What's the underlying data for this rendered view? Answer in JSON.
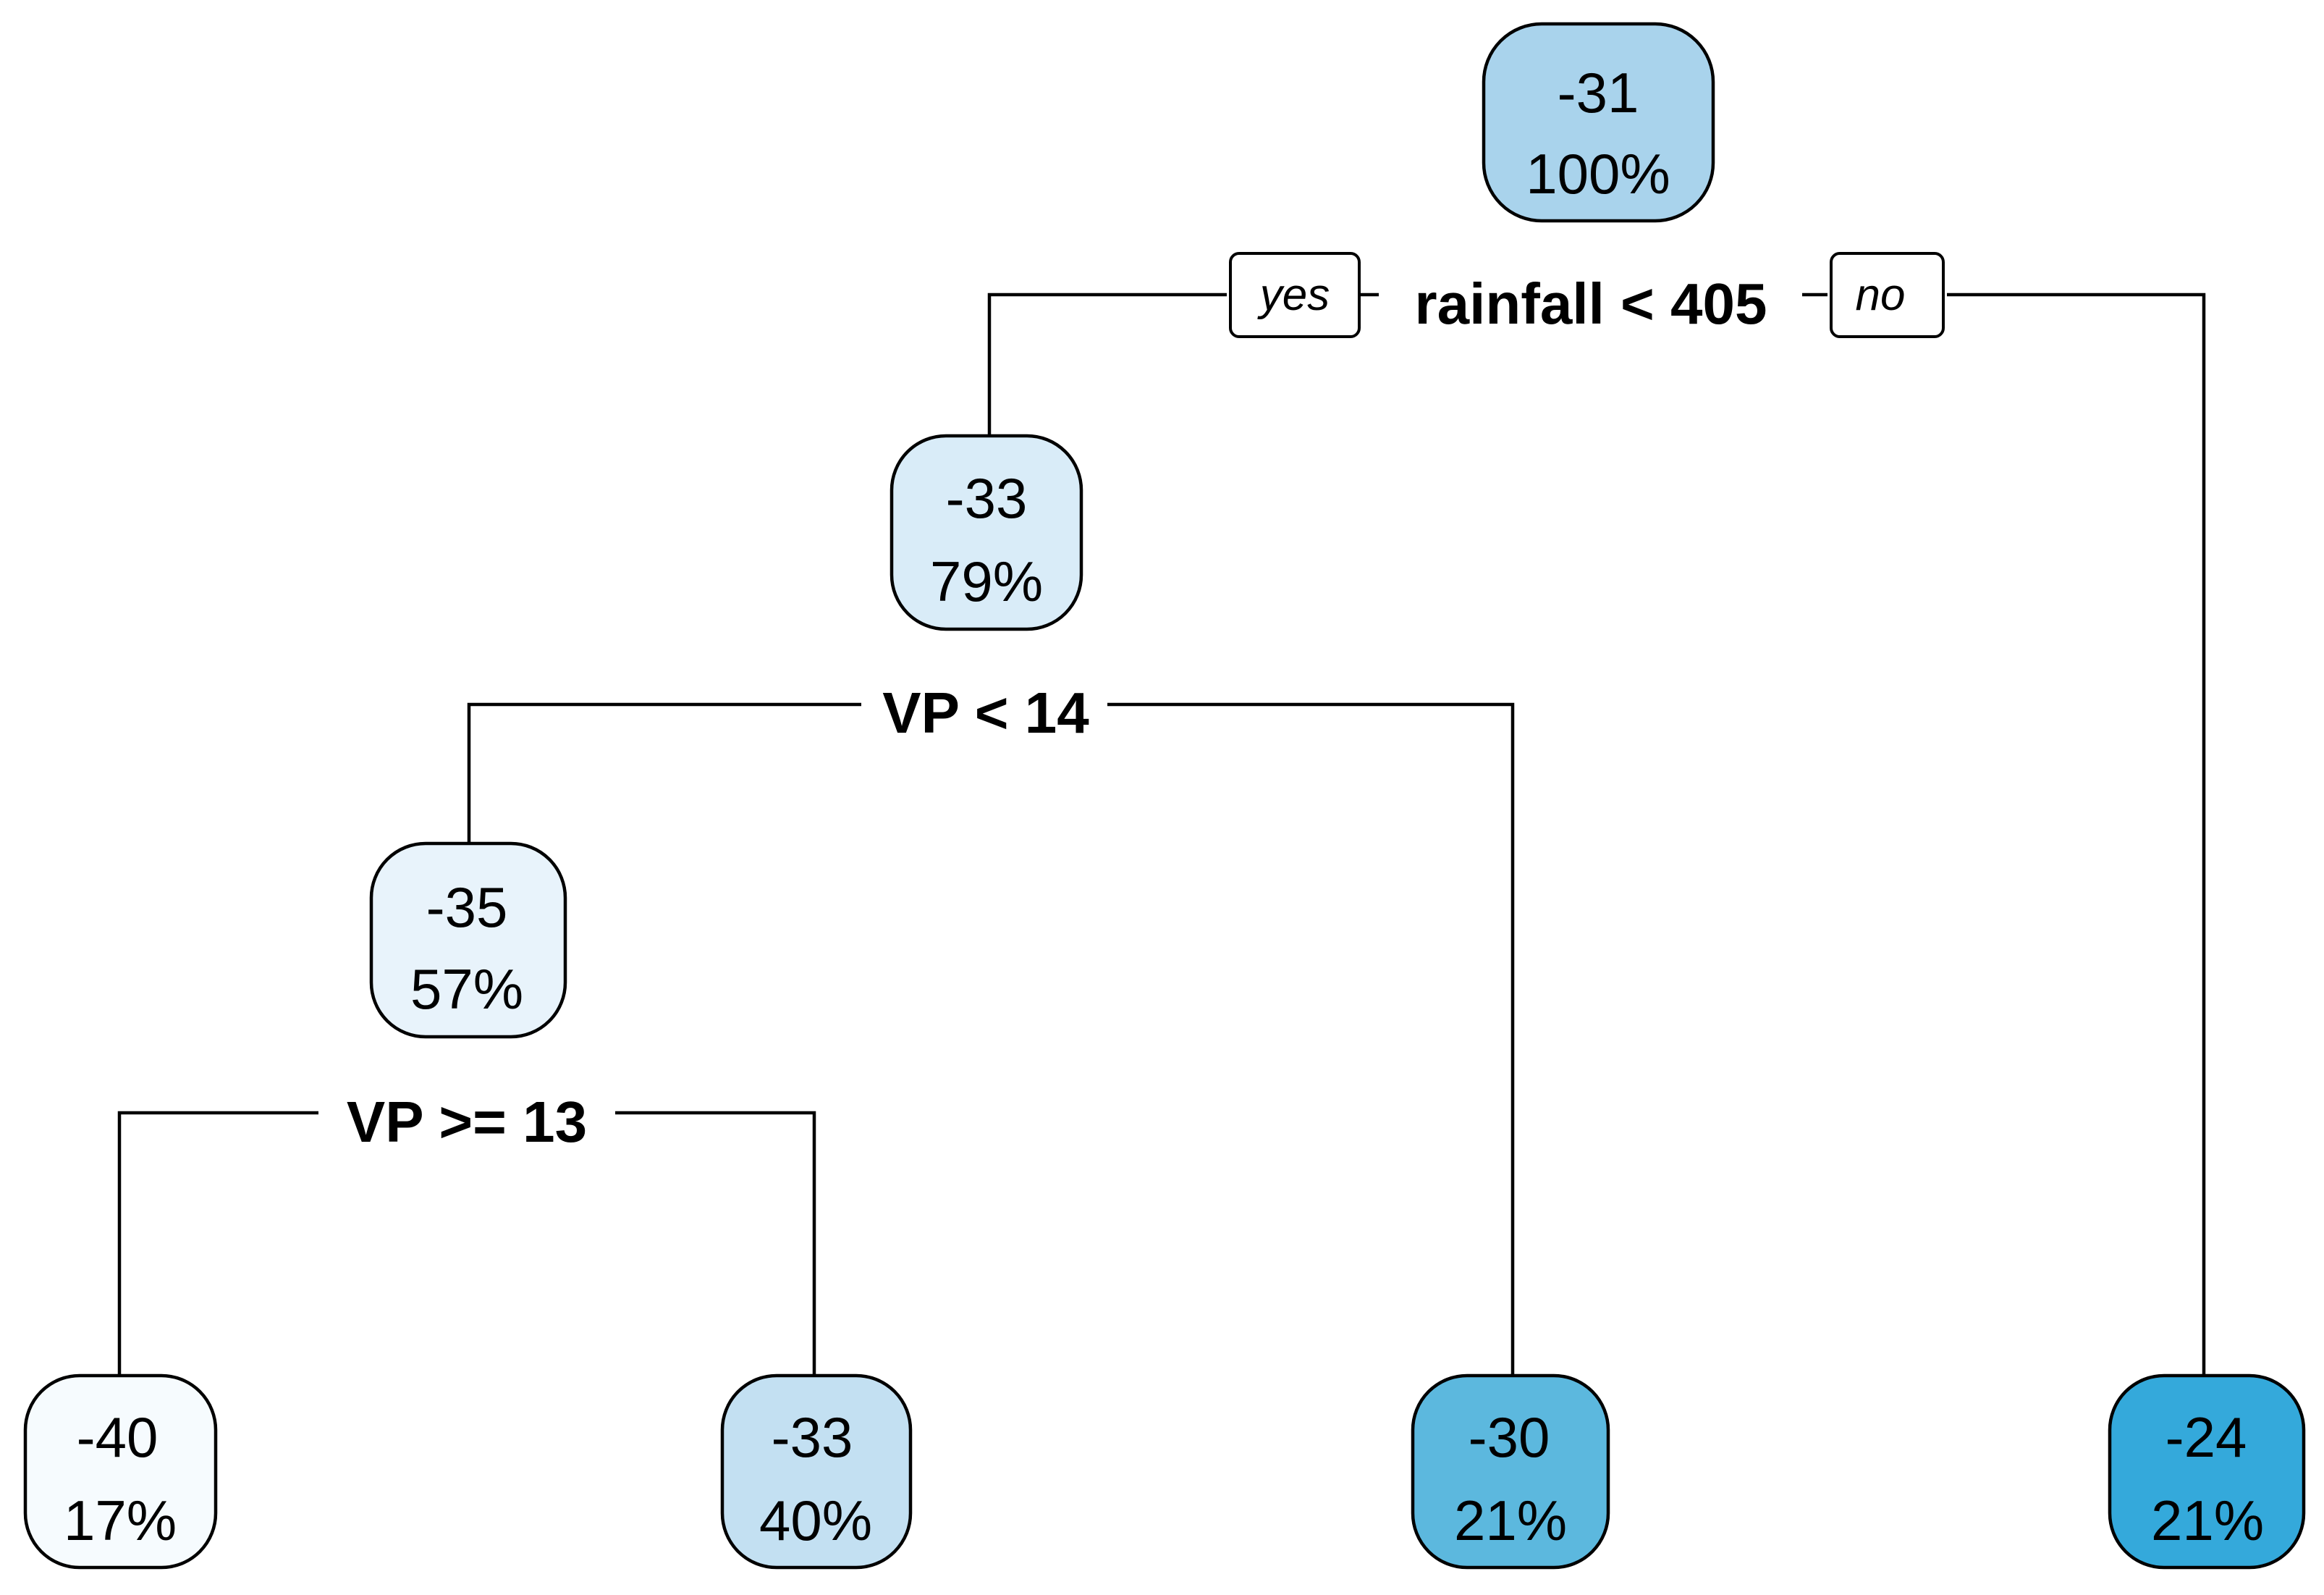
{
  "nodes": {
    "root": {
      "value": "-31",
      "percent": "100%",
      "color": "#a9d3ec"
    },
    "left": {
      "value": "-33",
      "percent": "79%",
      "color": "#d9ecf8"
    },
    "left_left": {
      "value": "-35",
      "percent": "57%",
      "color": "#e8f3fb"
    },
    "leaf_1": {
      "value": "-40",
      "percent": "17%",
      "color": "#f6fbfe"
    },
    "leaf_2": {
      "value": "-33",
      "percent": "40%",
      "color": "#c3e0f2"
    },
    "leaf_3": {
      "value": "-30",
      "percent": "21%",
      "color": "#5cb8de"
    },
    "leaf_4": {
      "value": "-24",
      "percent": "21%",
      "color": "#34a9db"
    }
  },
  "splits": {
    "root": {
      "label": "rainfall < 405"
    },
    "left": {
      "label": "VP < 14"
    },
    "left_left": {
      "label": "VP >= 13"
    }
  },
  "branch_labels": {
    "yes": "yes",
    "no": "no"
  }
}
